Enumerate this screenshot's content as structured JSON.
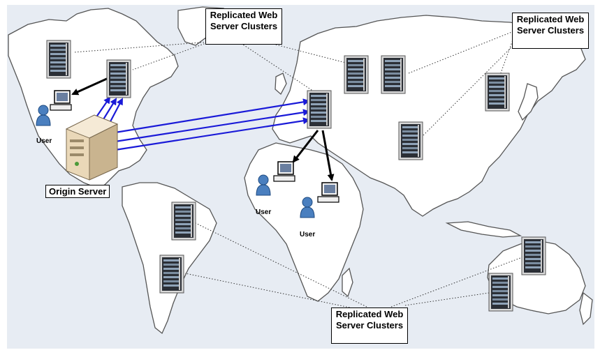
{
  "callouts": {
    "top_center": "Replicated Web Server Clusters",
    "top_right": "Replicated Web Server Clusters",
    "bottom": "Replicated Web Server Clusters"
  },
  "labels": {
    "origin": "Origin Server",
    "user_na": "User",
    "user_eu1": "User",
    "user_eu2": "User"
  },
  "colors": {
    "map_bg": "#e7ecf3",
    "land": "#ffffff",
    "arrow_blue": "#1a1ad8",
    "arrow_black": "#000000",
    "user_blue": "#4a7fbf"
  }
}
